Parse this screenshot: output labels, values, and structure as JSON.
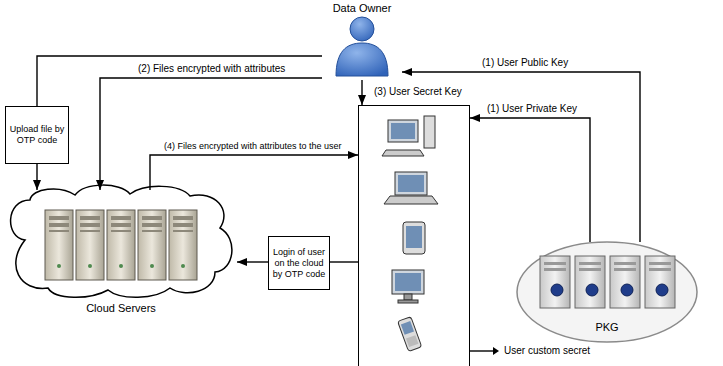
{
  "diagram": {
    "nodes": [
      {
        "text": [
          "Data Owner"
        ]
      },
      {
        "text": [
          "Upload file by OTP code"
        ]
      },
      {
        "text": [
          "Cloud Servers"
        ]
      },
      {
        "text": [
          "Login of user on the cloud by OTP code"
        ]
      },
      {
        "text": []
      },
      {
        "text": [
          "PKG"
        ]
      }
    ],
    "edges": [
      {
        "from": 5,
        "to": 0,
        "arrow": "to",
        "label": "(1) User Public Key"
      },
      {
        "from": 5,
        "to": 4,
        "arrow": "to",
        "label": "(1) User Private Key"
      },
      {
        "from": 0,
        "to": 2,
        "arrow": "to",
        "label": "(2) Files encrypted with attributes"
      },
      {
        "from": 0,
        "to": 4,
        "arrow": "to",
        "label": "(3) User Secret Key"
      },
      {
        "from": 2,
        "to": 4,
        "arrow": "to",
        "label": "(4) Files encrypted with attributes to the user"
      },
      {
        "from": 0,
        "to": 1,
        "arrow": "none"
      },
      {
        "from": 1,
        "to": 2,
        "arrow": "to"
      },
      {
        "from": 4,
        "to": 3,
        "arrow": "none"
      },
      {
        "from": 3,
        "to": 2,
        "arrow": "to"
      }
    ],
    "labels": [
      "User custom secret"
    ]
  }
}
